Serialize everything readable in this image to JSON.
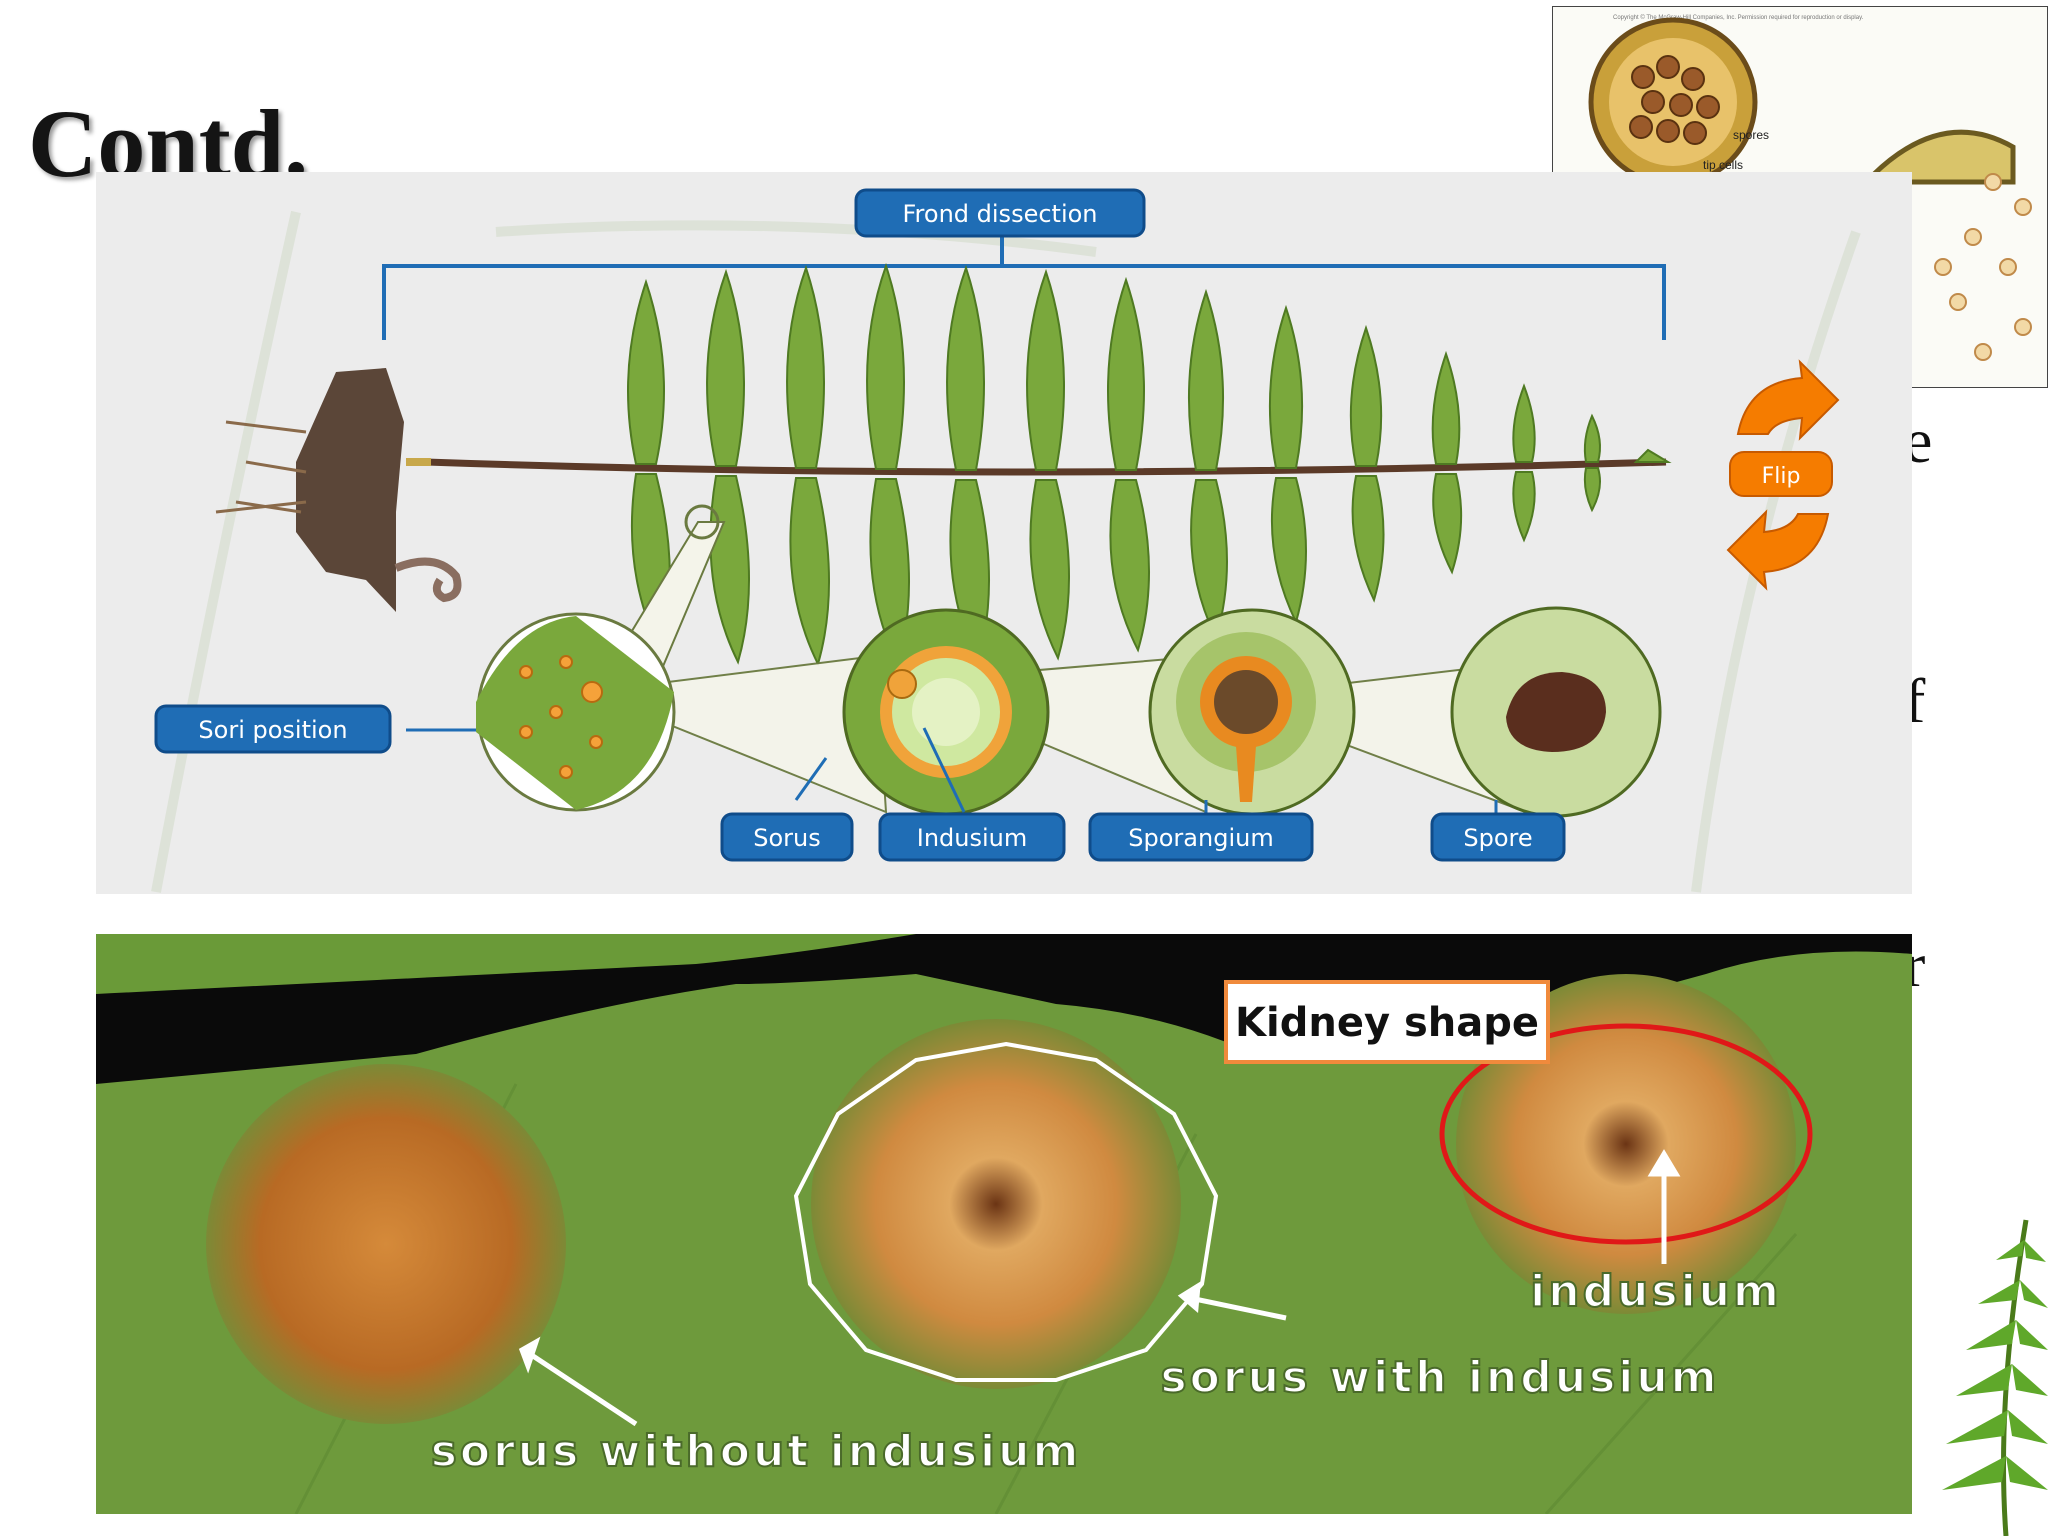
{
  "slide": {
    "title": "Contd."
  },
  "background_text": {
    "line1": "e",
    "line2": "f",
    "line3": "r"
  },
  "inset_figure": {
    "copyright": "Copyright © The McGraw-Hill Companies, Inc. Permission required for reproduction or display.",
    "label_spores": "spores",
    "label_tip_cells": "tip cells"
  },
  "diagram": {
    "header_label": "Frond dissection",
    "flip_label": "Flip",
    "labels": {
      "sori_position": "Sori position",
      "sorus": "Sorus",
      "indusium": "Indusium",
      "sporangium": "Sporangium",
      "spore": "Spore"
    },
    "colors": {
      "label_fill": "#1f6db5",
      "label_border": "#0f4c8a",
      "flip_orange": "#f57c00",
      "leaf_green": "#7aa83c",
      "rhizome_brown": "#5b4638"
    }
  },
  "photo": {
    "callout_kidney": "Kidney shape",
    "label_indusium": "indusium",
    "label_sorus_with": "sorus with indusium",
    "label_sorus_without": "sorus without indusium",
    "colors": {
      "circle_red": "#e01818",
      "callout_border": "#f08a3c",
      "annotation_white": "#ffffff"
    }
  }
}
